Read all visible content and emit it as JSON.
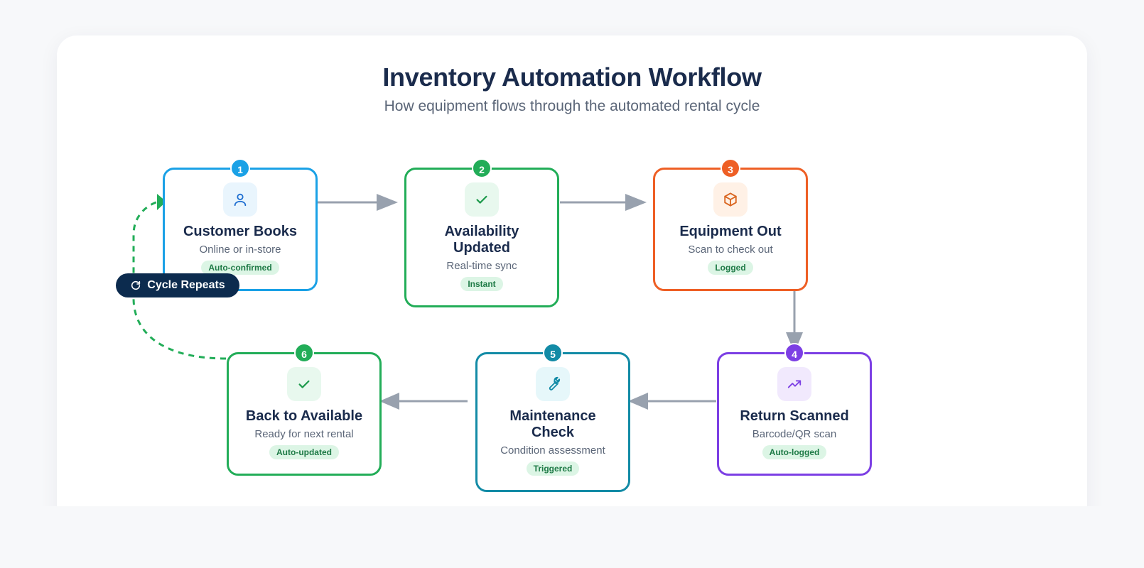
{
  "header": {
    "title": "Inventory Automation Workflow",
    "subtitle": "How equipment flows through the automated rental cycle"
  },
  "steps": [
    {
      "number": "1",
      "title": "Customer Books",
      "description": "Online or in-store",
      "tag": "Auto-confirmed",
      "color": "#1aa1e6",
      "icon_bg": "#e9f5fd",
      "icon": "user-icon"
    },
    {
      "number": "2",
      "title": "Availability Updated",
      "description": "Real-time sync",
      "tag": "Instant",
      "color": "#22ad58",
      "icon_bg": "#e8f8ee",
      "icon": "check-icon"
    },
    {
      "number": "3",
      "title": "Equipment Out",
      "description": "Scan to check out",
      "tag": "Logged",
      "color": "#ee5f25",
      "icon_bg": "#fff1e6",
      "icon": "box-icon"
    },
    {
      "number": "4",
      "title": "Return Scanned",
      "description": "Barcode/QR scan",
      "tag": "Auto-logged",
      "color": "#7c3fe4",
      "icon_bg": "#f1e9fd",
      "icon": "trending-up-icon"
    },
    {
      "number": "5",
      "title": "Maintenance Check",
      "description": "Condition assessment",
      "tag": "Triggered",
      "color": "#138ba6",
      "icon_bg": "#e6f7fa",
      "icon": "wrench-icon"
    },
    {
      "number": "6",
      "title": "Back to Available",
      "description": "Ready for next rental",
      "tag": "Auto-updated",
      "color": "#22ad58",
      "icon_bg": "#e8f8ee",
      "icon": "check-icon"
    }
  ],
  "cycle": {
    "label": "Cycle Repeats",
    "icon": "refresh-icon",
    "color": "#0c2b4e",
    "line_color": "#22ad58"
  },
  "connector_color": "#98a1ae"
}
